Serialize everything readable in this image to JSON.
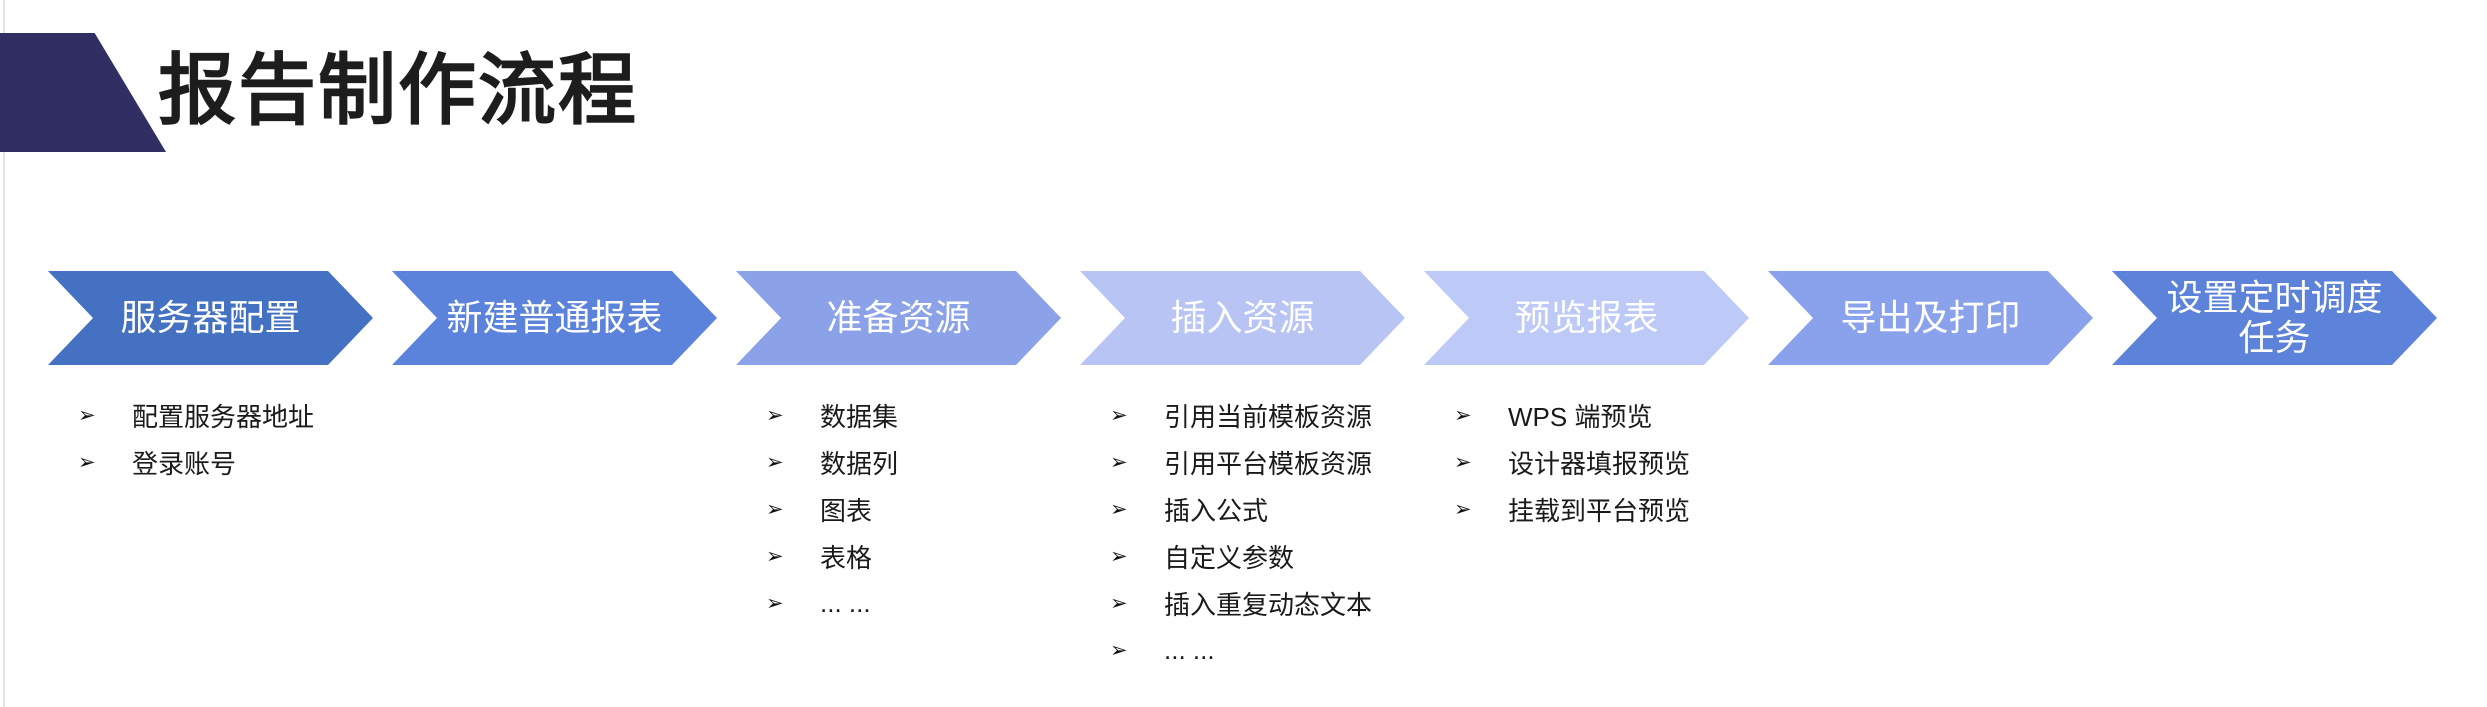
{
  "page": {
    "title": "报告制作流程"
  },
  "colors": {
    "title_accent": "#302E62",
    "title_text": "#1D1D1D",
    "step_text": "#FFFFFF",
    "list_text": "#1A1A1A"
  },
  "flow": {
    "bullet_char": "➢",
    "steps": [
      {
        "label": "服务器配置",
        "color": "#4471C2"
      },
      {
        "label": "新建普通报表",
        "color": "#5C83DB"
      },
      {
        "label": "准备资源",
        "color": "#8BA2E9"
      },
      {
        "label": "插入资源",
        "color": "#B7C4F4"
      },
      {
        "label": "预览报表",
        "color": "#BDC9F6"
      },
      {
        "label": "导出及打印",
        "color": "#8AA1EB"
      },
      {
        "label": "设置定时调度任务",
        "color": "#5C82DA"
      }
    ],
    "detail_lists": [
      {
        "under_step": "服务器配置",
        "step_index": 0,
        "items": [
          "配置服务器地址",
          "登录账号"
        ]
      },
      {
        "under_step": "准备资源",
        "step_index": 2,
        "items": [
          "数据集",
          "数据列",
          "图表",
          "表格",
          "... ..."
        ]
      },
      {
        "under_step": "插入资源",
        "step_index": 3,
        "items": [
          "引用当前模板资源",
          "引用平台模板资源",
          "插入公式",
          "自定义参数",
          "插入重复动态文本",
          "... ..."
        ]
      },
      {
        "under_step": "预览报表",
        "step_index": 4,
        "items": [
          "WPS 端预览",
          "设计器填报预览",
          "挂载到平台预览"
        ]
      }
    ]
  }
}
